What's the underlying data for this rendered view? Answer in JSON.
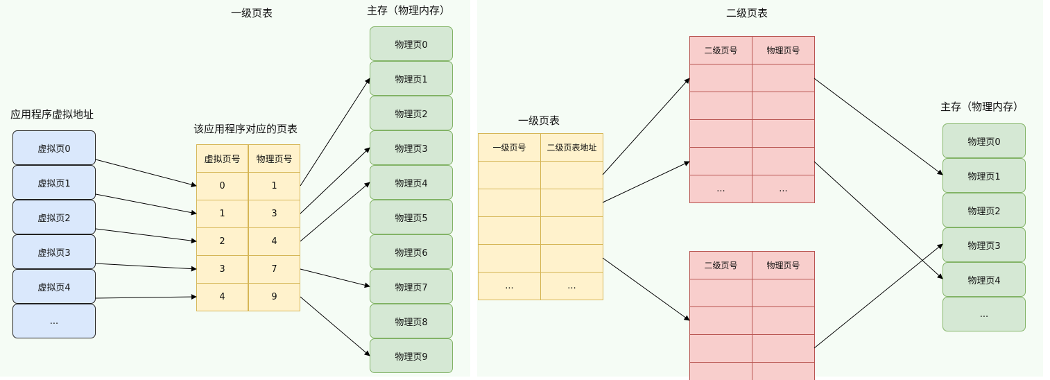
{
  "left": {
    "title_virtual": "应用程序虚拟地址",
    "virtual_pages": [
      "虚拟页0",
      "虚拟页1",
      "虚拟页2",
      "虚拟页3",
      "虚拟页4",
      "..."
    ],
    "title_level1": "一级页表",
    "title_table": "该应用程序对应的页表",
    "table_headers": [
      "虚拟页号",
      "物理页号"
    ],
    "table_rows": [
      [
        "0",
        "1"
      ],
      [
        "1",
        "3"
      ],
      [
        "2",
        "4"
      ],
      [
        "3",
        "7"
      ],
      [
        "4",
        "9"
      ]
    ],
    "title_memory": "主存（物理内存）",
    "physical_pages": [
      "物理页0",
      "物理页1",
      "物理页2",
      "物理页3",
      "物理页4",
      "物理页5",
      "物理页6",
      "物理页7",
      "物理页8",
      "物理页9"
    ]
  },
  "right": {
    "title_level1": "一级页表",
    "level1_headers": [
      "一级页号",
      "二级页表地址"
    ],
    "level1_last": [
      "...",
      "..."
    ],
    "title_level2": "二级页表",
    "level2_headers": [
      "二级页号",
      "物理页号"
    ],
    "level2_last": [
      "...",
      "..."
    ],
    "title_memory": "主存（物理内存）",
    "physical_pages": [
      "物理页0",
      "物理页1",
      "物理页2",
      "物理页3",
      "物理页4",
      "..."
    ]
  }
}
